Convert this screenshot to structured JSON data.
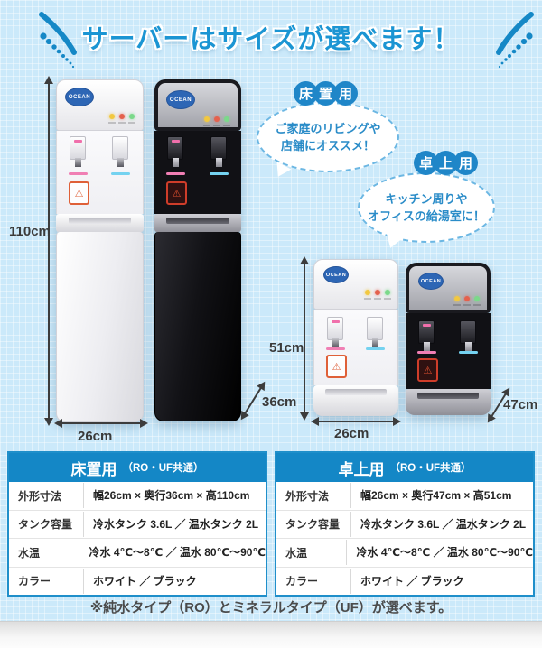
{
  "title": "サーバーはサイズが選べます！",
  "brand": "OCEAN",
  "icons": {
    "warning": "⚠"
  },
  "callouts": {
    "floor": {
      "badge": [
        "床",
        "置",
        "用"
      ],
      "line1": "ご家庭のリビングや",
      "line2": "店舗にオススメ！"
    },
    "desktop": {
      "badge": [
        "卓",
        "上",
        "用"
      ],
      "line1": "キッチン周りや",
      "line2": "オフィスの給湯室に！"
    }
  },
  "dimensions": {
    "floor": {
      "height": "110cm",
      "width": "26cm",
      "depth": "36cm"
    },
    "desktop": {
      "height": "51cm",
      "width": "26cm",
      "depth": "47cm"
    }
  },
  "tables": [
    {
      "title": "床置用",
      "subtitle": "（RO・UF共通）",
      "rows": [
        {
          "label": "外形寸法",
          "value": "幅26cm × 奥行36cm × 高110cm"
        },
        {
          "label": "タンク容量",
          "value": "冷水タンク 3.6L ／ 温水タンク 2L"
        },
        {
          "label": "水温",
          "value": "冷水 4℃～8℃ ／ 温水 80℃～90℃"
        },
        {
          "label": "カラー",
          "value": "ホワイト ／ ブラック"
        }
      ]
    },
    {
      "title": "卓上用",
      "subtitle": "（RO・UF共通）",
      "rows": [
        {
          "label": "外形寸法",
          "value": "幅26cm × 奥行47cm × 高51cm"
        },
        {
          "label": "タンク容量",
          "value": "冷水タンク 3.6L ／ 温水タンク 2L"
        },
        {
          "label": "水温",
          "value": "冷水 4℃～8℃ ／ 温水 80℃～90℃"
        },
        {
          "label": "カラー",
          "value": "ホワイト ／ ブラック"
        }
      ]
    }
  ],
  "footnote": "※純水タイプ（RO）とミネラルタイプ（UF）が選べます。",
  "colors": {
    "accent_blue": "#1b95d3",
    "table_header_blue": "#1487c6",
    "badge_blue": "#1f86c8",
    "background_blue": "#cbe9fa",
    "hot_pink": "#f07fb4",
    "cold_blue": "#74d2f0",
    "warning_orange": "#df6038"
  }
}
